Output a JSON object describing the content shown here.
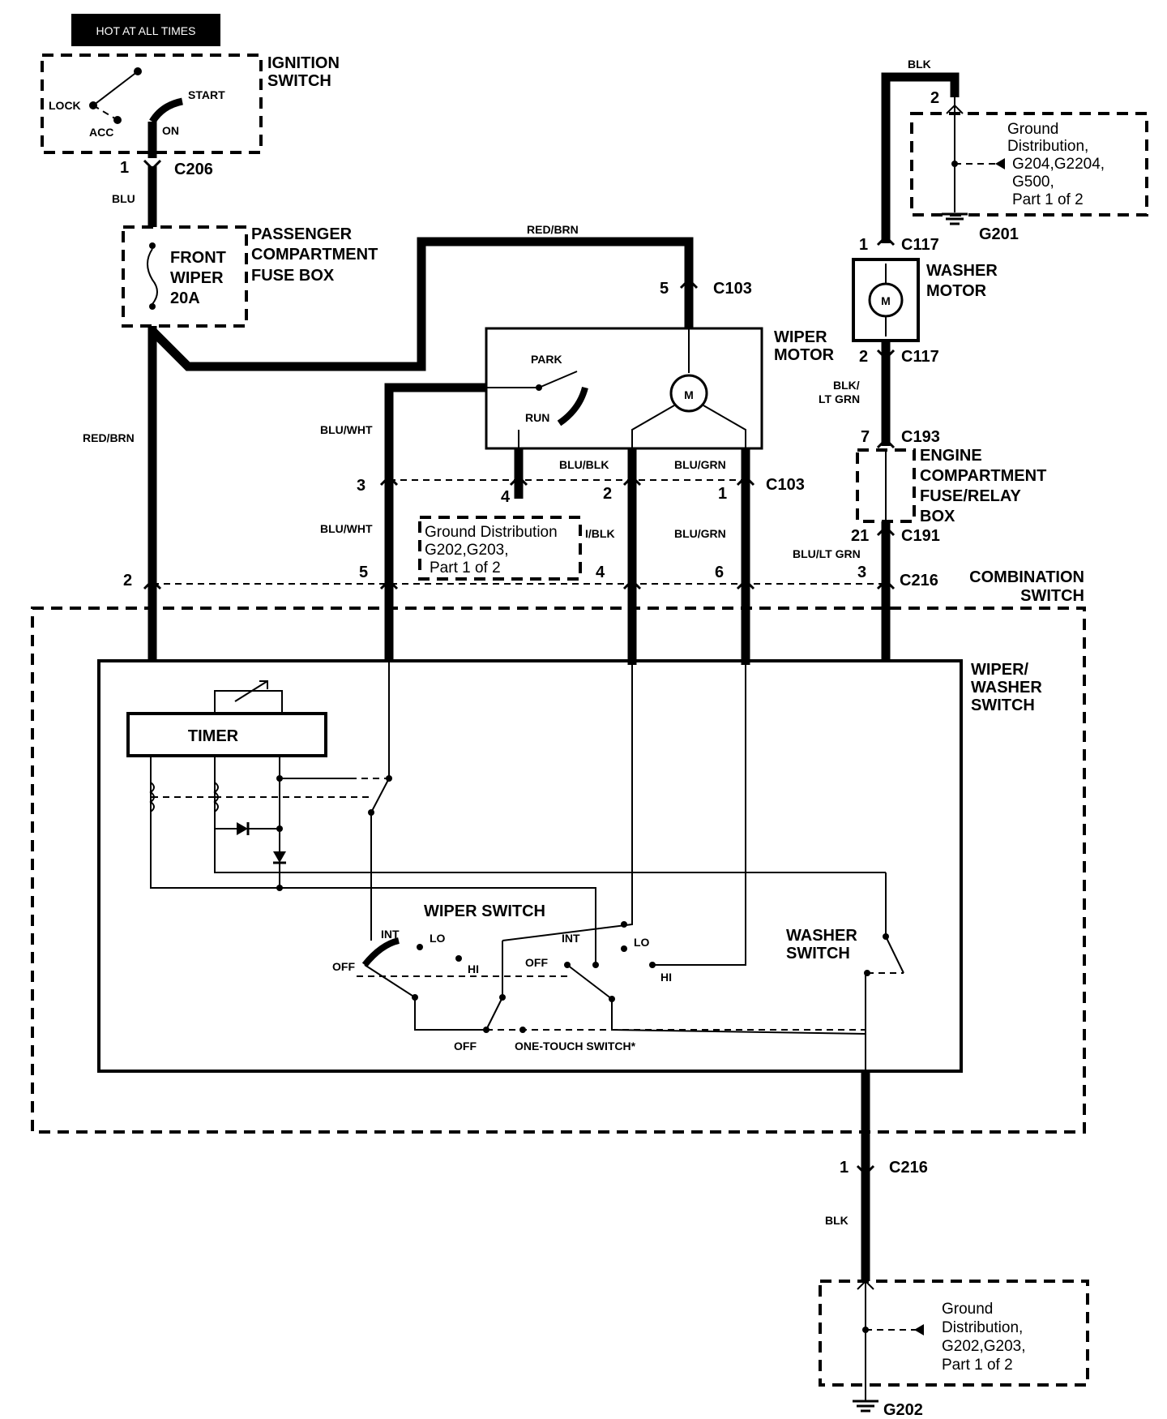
{
  "banner": "HOT AT ALL TIMES",
  "ignition": {
    "title_line1": "IGNITION",
    "title_line2": "SWITCH",
    "lock": "LOCK",
    "start": "START",
    "acc": "ACC",
    "on": "ON"
  },
  "fusebox": {
    "title_line1": "PASSENGER",
    "title_line2": "COMPARTMENT",
    "title_line3": "FUSE BOX",
    "fuse_line1": "FRONT",
    "fuse_line2": "WIPER",
    "fuse_line3": "20A"
  },
  "wiper_motor": {
    "title_line1": "WIPER",
    "title_line2": "MOTOR",
    "park": "PARK",
    "run": "RUN",
    "m": "M"
  },
  "washer_motor": {
    "title_line1": "WASHER",
    "title_line2": "MOTOR",
    "m": "M"
  },
  "ground_top": {
    "line1": "Ground",
    "line2": "Distribution,",
    "line3": "G204,G2204,",
    "line4": "G500,",
    "line5": "Part 1 of 2",
    "gnd": "G201"
  },
  "ground_mid": {
    "line1": "Ground Distribution",
    "line2": "G202,G203,",
    "line3": "Part 1 of 2"
  },
  "ground_bot": {
    "line1": "Ground",
    "line2": "Distribution,",
    "line3": "G202,G203,",
    "line4": "Part 1 of 2",
    "gnd": "G202"
  },
  "engine_box": {
    "line1": "ENGINE",
    "line2": "COMPARTMENT",
    "line3": "FUSE/RELAY",
    "line4": "BOX"
  },
  "combo": {
    "line1": "COMBINATION",
    "line2": "SWITCH"
  },
  "ww_switch": {
    "line1": "WIPER/",
    "line2": "WASHER",
    "line3": "SWITCH"
  },
  "timer": "TIMER",
  "wiper_switch": {
    "title": "WIPER SWITCH",
    "off": "OFF",
    "int": "INT",
    "lo": "LO",
    "hi": "HI",
    "off2": "OFF",
    "int2": "INT",
    "lo2": "LO",
    "hi2": "HI",
    "off3": "OFF",
    "one_touch": "ONE-TOUCH SWITCH*"
  },
  "washer_switch": {
    "line1": "WASHER",
    "line2": "SWITCH"
  },
  "wires": {
    "blu": "BLU",
    "red_brn_top": "RED/BRN",
    "red_brn_left": "RED/BRN",
    "blu_wht_1": "BLU/WHT",
    "blu_wht_2": "BLU/WHT",
    "blu_blk_1": "BLU/BLK",
    "blu_blk_2": "I/BLK",
    "blu_grn_1": "BLU/GRN",
    "blu_grn_2": "BLU/GRN",
    "blk_top": "BLK",
    "blk_lt_grn_1": "BLK/",
    "blk_lt_grn_2": "LT GRN",
    "blu_lt_grn": "BLU/LT GRN",
    "blk_bot": "BLK"
  },
  "connectors": {
    "c206": "C206",
    "c103_top": "C103",
    "c103_row": "C103",
    "c117_top": "C117",
    "c117_bot": "C117",
    "c193": "C193",
    "c191": "C191",
    "c216_top": "C216",
    "c216_bot": "C216"
  },
  "pins": {
    "p206": "1",
    "p103_5": "5",
    "p103_3": "3",
    "p103_4": "4",
    "p103_2": "2",
    "p103_1": "1",
    "p216_2": "2",
    "p216_5": "5",
    "p216_4": "4",
    "p216_6": "6",
    "p216_3": "3",
    "p216_1": "1",
    "p117_1": "1",
    "p117_2": "2",
    "p201_2": "2",
    "p193_7": "7",
    "p191_21": "21"
  }
}
